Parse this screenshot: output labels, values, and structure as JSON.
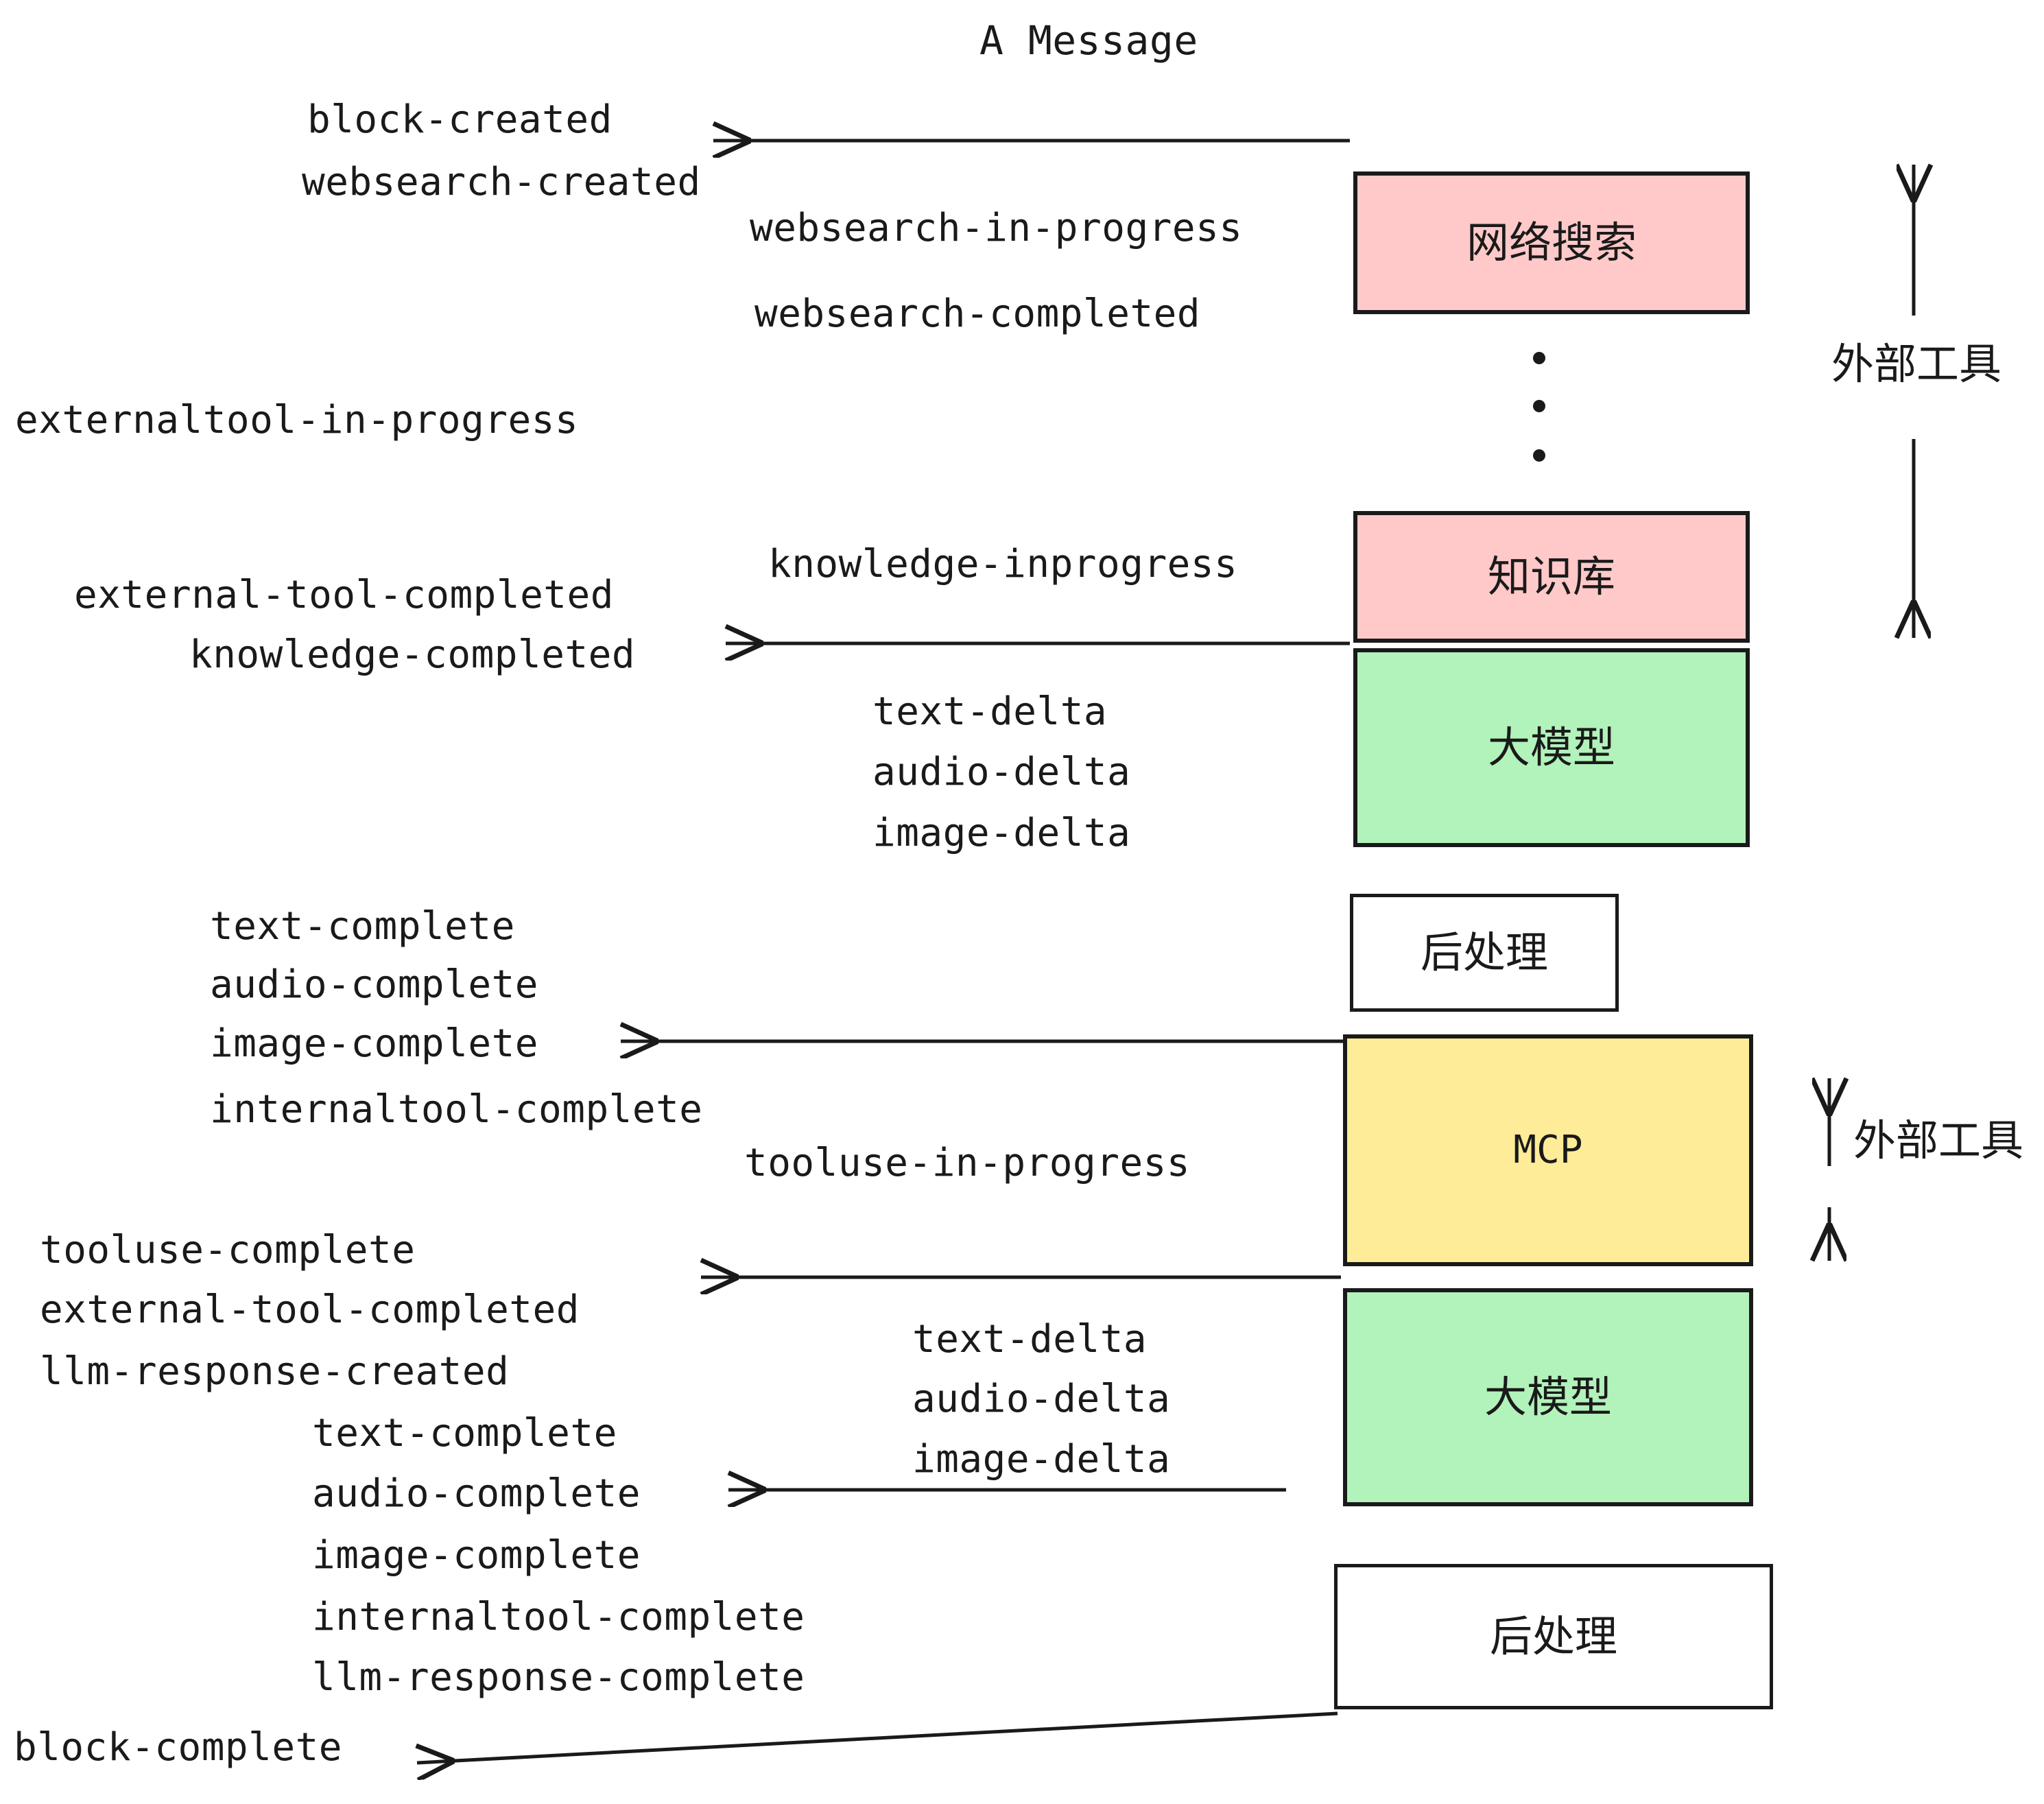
{
  "diagram": {
    "title": "A Message",
    "boxes": [
      {
        "id": "websearch",
        "label": "网络搜索",
        "color": "#FFC9C9"
      },
      {
        "id": "knowledge",
        "label": "知识库",
        "color": "#FFC9C9"
      },
      {
        "id": "llm1",
        "label": "大模型",
        "color": "#B2F2BB"
      },
      {
        "id": "post1",
        "label": "后处理",
        "color": "#FFFFFF"
      },
      {
        "id": "mcp",
        "label": "MCP",
        "color": "#FFEC99"
      },
      {
        "id": "llm2",
        "label": "大模型",
        "color": "#B2F2BB"
      },
      {
        "id": "post2",
        "label": "后处理",
        "color": "#FFFFFF"
      }
    ],
    "side_labels": [
      {
        "id": "external-tools-top",
        "label": "外部工具"
      },
      {
        "id": "external-tools-bottom",
        "label": "外部工具"
      }
    ],
    "events": [
      {
        "id": "block-created",
        "label": "block-created"
      },
      {
        "id": "websearch-created",
        "label": "websearch-created"
      },
      {
        "id": "websearch-in-progress",
        "label": "websearch-in-progress"
      },
      {
        "id": "websearch-completed",
        "label": "websearch-completed"
      },
      {
        "id": "externaltool-in-progress",
        "label": "externaltool-in-progress"
      },
      {
        "id": "knowledge-inprogress",
        "label": "knowledge-inprogress"
      },
      {
        "id": "external-tool-completed-1",
        "label": "external-tool-completed"
      },
      {
        "id": "knowledge-completed",
        "label": "knowledge-completed"
      },
      {
        "id": "text-delta-1",
        "label": "text-delta"
      },
      {
        "id": "audio-delta-1",
        "label": "audio-delta"
      },
      {
        "id": "image-delta-1",
        "label": "image-delta"
      },
      {
        "id": "text-complete-1",
        "label": "text-complete"
      },
      {
        "id": "audio-complete-1",
        "label": "audio-complete"
      },
      {
        "id": "image-complete-1",
        "label": "image-complete"
      },
      {
        "id": "internaltool-complete-1",
        "label": "internaltool-complete"
      },
      {
        "id": "tooluse-in-progress",
        "label": "tooluse-in-progress"
      },
      {
        "id": "tooluse-complete",
        "label": "tooluse-complete"
      },
      {
        "id": "external-tool-completed-2",
        "label": "external-tool-completed"
      },
      {
        "id": "llm-response-created",
        "label": "llm-response-created"
      },
      {
        "id": "text-delta-2",
        "label": "text-delta"
      },
      {
        "id": "audio-delta-2",
        "label": "audio-delta"
      },
      {
        "id": "image-delta-2",
        "label": "image-delta"
      },
      {
        "id": "text-complete-2",
        "label": "text-complete"
      },
      {
        "id": "audio-complete-2",
        "label": "audio-complete"
      },
      {
        "id": "image-complete-2",
        "label": "image-complete"
      },
      {
        "id": "internaltool-complete-2",
        "label": "internaltool-complete"
      },
      {
        "id": "llm-response-complete",
        "label": "llm-response-complete"
      },
      {
        "id": "block-complete",
        "label": "block-complete"
      }
    ],
    "ellipsis_dots": 3,
    "colors": {
      "pink": "#FFC9C9",
      "green": "#B2F2BB",
      "yellow": "#FFEC99",
      "white": "#FFFFFF",
      "stroke": "#1a1a1a",
      "background": "#FFFFFF"
    }
  }
}
